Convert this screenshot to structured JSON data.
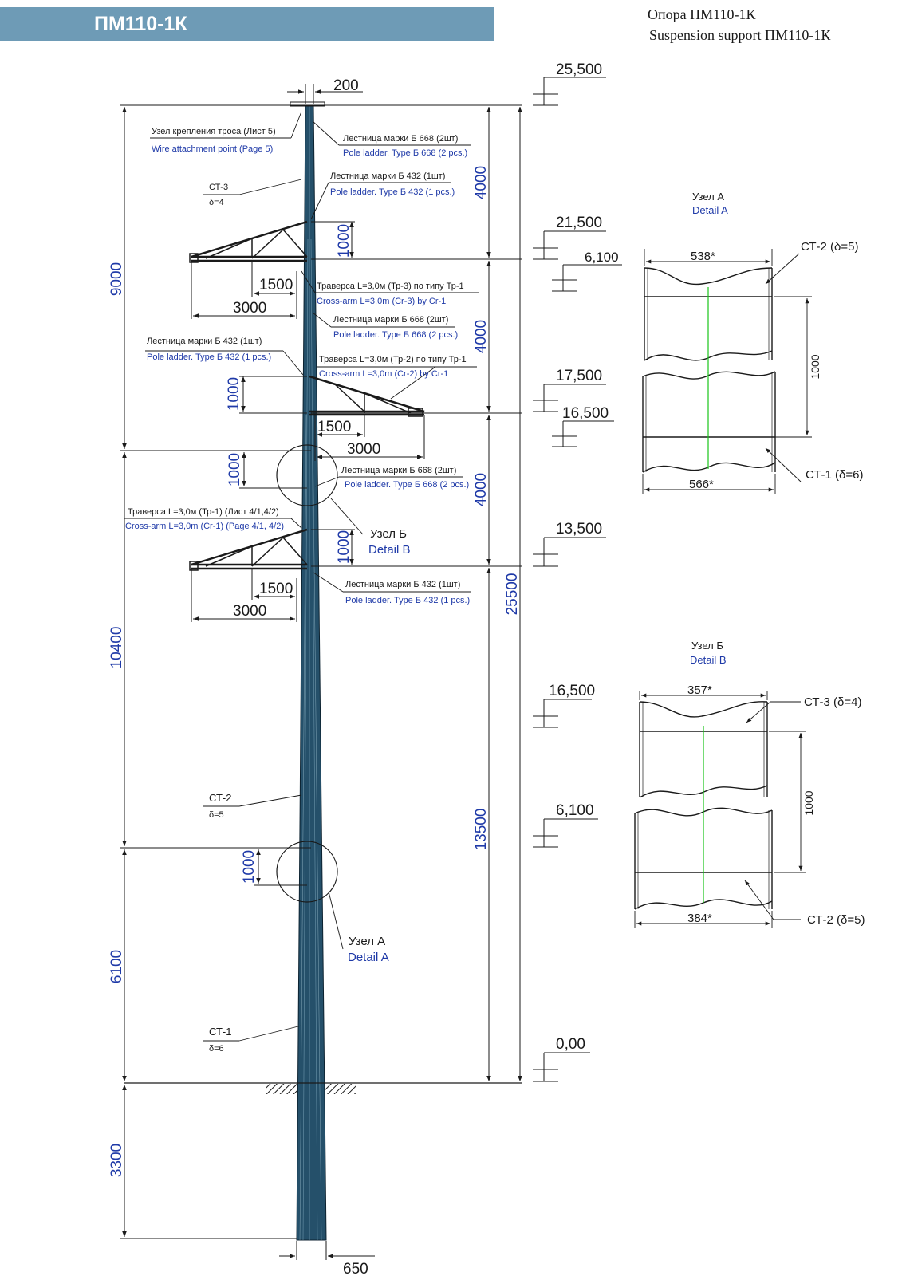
{
  "header": {
    "title": "ПМ110-1К",
    "subtitle_ru": "Опора ПМ110-1К",
    "subtitle_en": "Suspension support ПМ110-1К"
  },
  "colors": {
    "header_bg": "#6e9bb6",
    "pole": "#25506a",
    "dim_text": "#1f3aa8",
    "line": "#1a1a1a",
    "axis": "#19c419"
  },
  "dims": {
    "top_width": "200",
    "bottom_width": "650",
    "vl_9000": "9000",
    "vl_10400": "10400",
    "vl_6100": "6100",
    "vl_3300": "3300",
    "vr_4000a": "4000",
    "vr_4000b": "4000",
    "vr_4000c": "4000",
    "vr_25500": "25500",
    "vr_13500": "13500",
    "v1000_a": "1000",
    "v1000_b": "1000",
    "v1000_c": "1000",
    "v1000_d": "1000",
    "v1000_e": "1000",
    "h1500_a": "1500",
    "h3000_a": "3000",
    "h1500_b": "1500",
    "h3000_b": "3000",
    "h1500_c": "1500",
    "h3000_c": "3000"
  },
  "levels": {
    "l25500": "25,500",
    "l21500": "21,500",
    "l6100_a": "6,100",
    "l17500": "17,500",
    "l16500_a": "16,500",
    "l13500": "13,500",
    "l16500_b": "16,500",
    "l6100_b": "6,100",
    "l000": "0,00"
  },
  "labels": {
    "node_ru": "Узел крепления троса  (Лист 5)",
    "node_en": "Wire attachment point   (Page 5)",
    "ld668a_ru": "Лестница марки Б 668 (2шт)",
    "ld668a_en": "Pole ladder. Type Б 668 (2 pcs.)",
    "ld432a_ru": "Лестница марки Б 432 (1шт)",
    "ld432a_en": "Pole ladder. Type Б 432 (1 pcs.)",
    "ct3_top": "СТ-3",
    "ct3_sub": "δ=4",
    "tr3_ru": "Траверса L=3,0м (Тр-3) по типу Тр-1",
    "tr3_en": "Cross-arm L=3,0m (Cr-3) by Cr-1",
    "ld668b_ru": "Лестница марки Б 668 (2шт)",
    "ld668b_en": "Pole ladder. Type Б 668 (2 pcs.)",
    "ld432b_ru": "Лестница марки Б 432 (1шт)",
    "ld432b_en": "Pole ladder. Type Б 432 (1 pcs.)",
    "tr2_ru": "Траверса L=3,0м (Тр-2) по типу Тр-1",
    "tr2_en": "Cross-arm L=3,0m (Cr-2) by Cr-1",
    "ld668c_ru": "Лестница марки Б 668 (2шт)",
    "ld668c_en": "Pole ladder. Type Б 668 (2 pcs.)",
    "tr1_ru": "Траверса L=3,0м (Тр-1) (Лист 4/1,4/2)",
    "tr1_en": "Cross-arm L=3,0m (Cr-1) (Page 4/1, 4/2)",
    "uzel_b_ru": "Узел Б",
    "uzel_b_en": "Detail B",
    "ld432c_ru": "Лестница марки Б 432 (1шт)",
    "ld432c_en": "Pole ladder. Type Б 432 (1 pcs.)",
    "ct2_top": "СТ-2",
    "ct2_sub": "δ=5",
    "uzel_a_ru": "Узел А",
    "uzel_a_en": "Detail A",
    "ct1_top": "СТ-1",
    "ct1_sub": "δ=6"
  },
  "detail_a": {
    "title_ru": "Узел А",
    "title_en": "Detail A",
    "top_width": "538*",
    "bottom_width": "566*",
    "height": "1000",
    "upper_label": "СТ-2 (δ=5)",
    "lower_label": "СТ-1 (δ=6)"
  },
  "detail_b": {
    "title_ru": "Узел Б",
    "title_en": "Detail B",
    "top_width": "357*",
    "bottom_width": "384*",
    "height": "1000",
    "upper_label": "СТ-3 (δ=4)",
    "lower_label": "СТ-2 (δ=5)"
  }
}
